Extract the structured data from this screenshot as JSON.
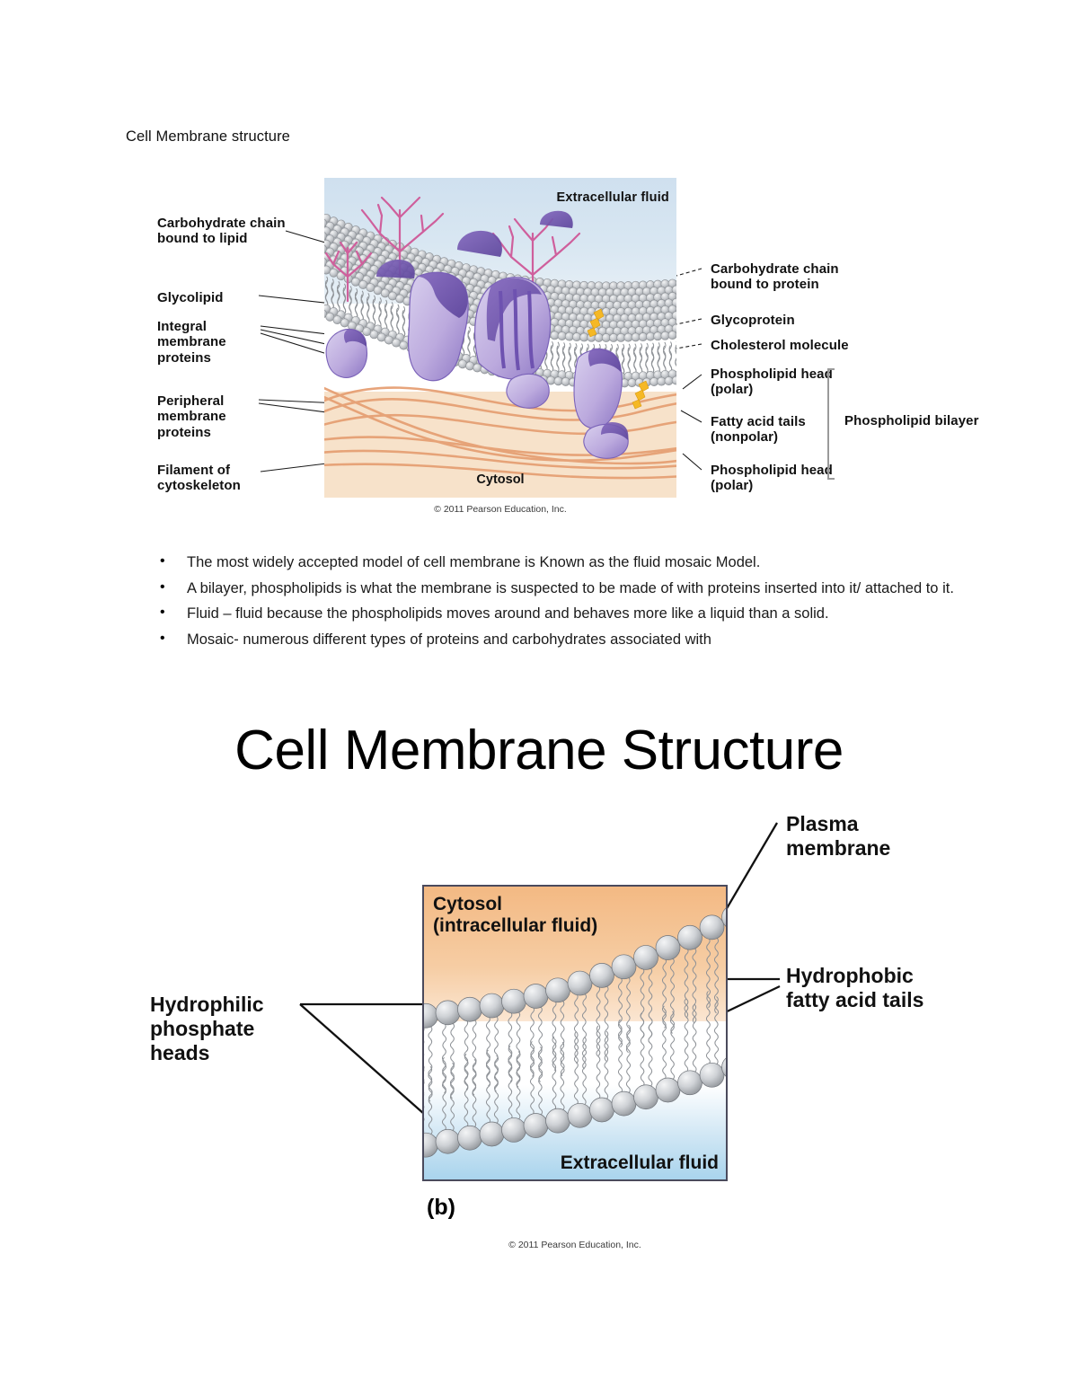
{
  "document": {
    "heading": "Cell Membrane structure",
    "big_title": "Cell Membrane Structure"
  },
  "figure1": {
    "name": "fluid-mosaic-model-diagram",
    "top_label": "Extracellular fluid",
    "bottom_label": "Cytosol",
    "copyright": "© 2011 Pearson Education, Inc.",
    "left_labels": [
      "Carbohydrate\nchain bound\nto lipid",
      "Glycolipid",
      "Integral\nmembrane\nproteins",
      "Peripheral\nmembrane\nproteins",
      "Filament of\ncytoskeleton"
    ],
    "left_labels_flat": {
      "carbohydrate_chain_lipid": "Carbohydrate chain bound to lipid",
      "glycolipid": "Glycolipid",
      "integral_membrane_proteins": "Integral membrane proteins",
      "peripheral_membrane_proteins": "Peripheral membrane proteins",
      "filament_of_cytoskeleton": "Filament of cytoskeleton"
    },
    "right_labels": {
      "carbohydrate_chain_protein": "Carbohydrate chain bound to protein",
      "glycoprotein": "Glycoprotein",
      "cholesterol_molecule": "Cholesterol molecule",
      "phospholipid_head_upper": "Phospholipid head (polar)",
      "fatty_acid_tails": "Fatty acid tails (nonpolar)",
      "phospholipid_head_lower": "Phospholipid head (polar)",
      "bracket_label": "Phospholipid bilayer"
    },
    "colors": {
      "extracellular_sky": "#cfe0ef",
      "cytosol": "#f7e2ca",
      "protein_purple": "#6b4fa8",
      "protein_light": "#c3b4e2",
      "carbohydrate_pink": "#cf5f9c",
      "cholesterol_yellow": "#f5b825",
      "cytoskeleton_orange": "#e8a477",
      "phospholipid_head_gray": "#b8bbbf"
    }
  },
  "bullets": [
    "The most widely accepted model of cell membrane is Known as the fluid mosaic Model.",
    "A bilayer, phospholipids is what the membrane is suspected to be made of with proteins inserted into it/ attached to it.",
    "Fluid – fluid because the phospholipids moves around and behaves more like a liquid than a solid.",
    "Mosaic- numerous different types of proteins and carbohydrates associated with"
  ],
  "figure2": {
    "name": "phospholipid-bilayer-diagram",
    "cytosol_label": "Cytosol\n(intracellular fluid)",
    "cytosol_label_line1": "Cytosol",
    "cytosol_label_line2": "(intracellular fluid)",
    "extracellular_label": "Extracellular fluid",
    "plasma_membrane_label": "Plasma\nmembrane",
    "plasma_membrane_line1": "Plasma",
    "plasma_membrane_line2": "membrane",
    "hydrophobic_label_line1": "Hydrophobic",
    "hydrophobic_label_line2": "fatty acid tails",
    "hydrophilic_label_line1": "Hydrophilic",
    "hydrophilic_label_line2": "phosphate",
    "hydrophilic_label_line3": "heads",
    "panel_letter": "(b)",
    "copyright": "© 2011 Pearson Education, Inc.",
    "colors": {
      "cytosol_orange": "#f3b983",
      "extracellular_blue": "#a9d4ed",
      "head_gray": "#b4b7bb",
      "border": "#4a4a5c"
    }
  }
}
